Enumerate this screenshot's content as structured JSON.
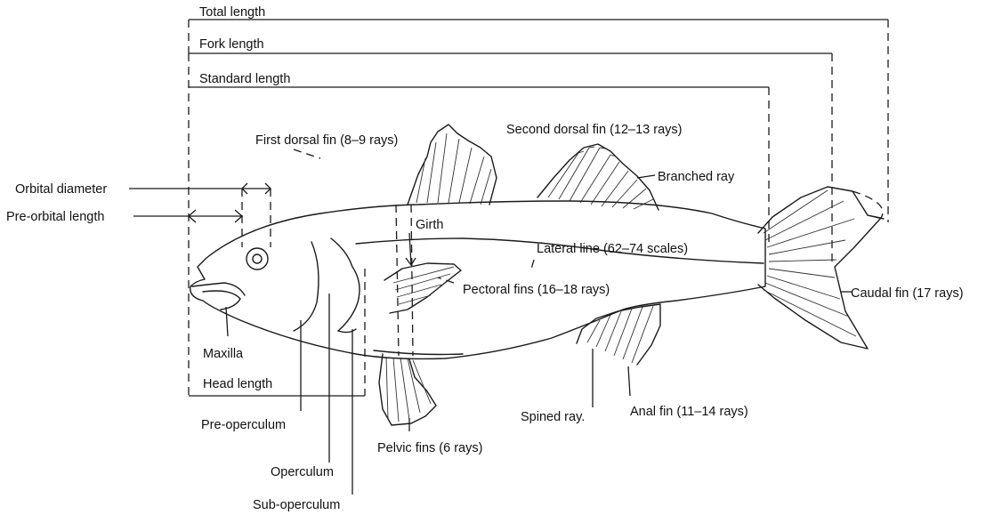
{
  "measurements": {
    "total_length": "Total length",
    "fork_length": "Fork length",
    "standard_length": "Standard length",
    "head_length": "Head length",
    "orbital_diameter": "Orbital diameter",
    "pre_orbital_length": "Pre-orbital length",
    "girth": "Girth"
  },
  "fins": {
    "first_dorsal": "First dorsal fin (8–9 rays)",
    "second_dorsal": "Second dorsal fin (12–13 rays)",
    "branched_ray": "Branched ray",
    "pectoral": "Pectoral fins (16–18 rays)",
    "pelvic": "Pelvic fins (6 rays)",
    "anal": "Anal fin (11–14 rays)",
    "caudal": "Caudal fin (17 rays)",
    "spined_ray": "Spined ray."
  },
  "body_parts": {
    "lateral_line": "Lateral line (62–74 scales)",
    "maxilla": "Maxilla",
    "pre_operculum": "Pre-operculum",
    "operculum": "Operculum",
    "sub_operculum": "Sub-operculum"
  }
}
